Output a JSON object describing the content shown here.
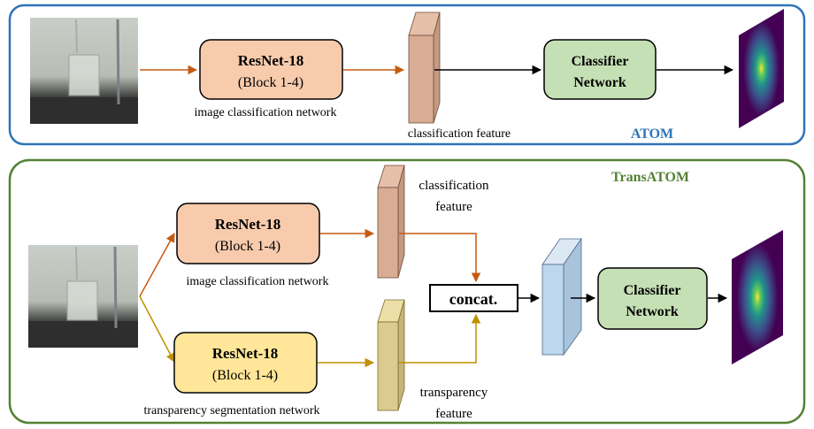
{
  "atom": {
    "title": "ATOM",
    "resnet_title": "ResNet-18",
    "resnet_sub": "(Block 1-4)",
    "resnet_caption": "image classification network",
    "feature_label": "classification feature",
    "classifier_line1": "Classifier",
    "classifier_line2": "Network"
  },
  "transatom": {
    "title": "TransATOM",
    "resnet_top_title": "ResNet-18",
    "resnet_top_sub": "(Block 1-4)",
    "resnet_top_caption": "image classification network",
    "resnet_bottom_title": "ResNet-18",
    "resnet_bottom_sub": "(Block 1-4)",
    "resnet_bottom_caption": "transparency segmentation network",
    "class_feature_line1": "classification",
    "class_feature_line2": "feature",
    "trans_feature_line1": "transparency",
    "trans_feature_line2": "feature",
    "concat_label": "concat.",
    "classifier_line1": "Classifier",
    "classifier_line2": "Network"
  },
  "colors": {
    "atom_border": "#2e75b6",
    "transatom_border": "#548235",
    "atom_title": "#2e75b6",
    "transatom_title": "#548235",
    "resnet_orange_fill": "#f8cbad",
    "resnet_yellow_fill": "#ffe699",
    "classifier_fill": "#c5e0b4",
    "arrow_orange": "#c55a11",
    "arrow_gold": "#bf9000"
  }
}
